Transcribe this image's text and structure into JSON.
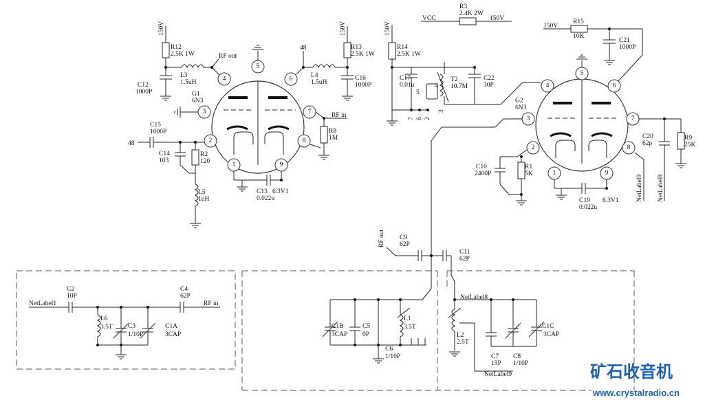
{
  "labels": {
    "vcc": "VCC",
    "r3": "R3",
    "r3v": "2.4K 2W",
    "v150_r3": "150V",
    "v150_r12": "150V",
    "r12": "R12",
    "r12v": "2.5K 1W",
    "rfout_top": "RF out",
    "l3": "L3",
    "l3v": "1.5uH",
    "c12": "C12",
    "c12v": "1000P",
    "g1": "G1",
    "g1v": "6N3",
    "v48_top": "48",
    "v150_r13": "150V",
    "r13": "R13",
    "r13v": "2.5K 1W",
    "l4": "L4",
    "l4v": "1.5uH",
    "c16": "C16",
    "c16v": "1000P",
    "rfin_top": "RF in",
    "r8": "R8",
    "r8v": "1M",
    "c15": "C15",
    "c15v": "1000P",
    "v48_left": "48",
    "c14": "C14",
    "c14v": "103",
    "r2": "R2",
    "r2v": "120",
    "l5": "L5",
    "l5v": "1uH",
    "c13": "C13",
    "c13v": "0.022u",
    "v63_1": "6.3V1",
    "v150_r14": "150V",
    "r14": "R14",
    "r14v": "2.5K 1W",
    "c17": "C17",
    "c17v": "0.01u",
    "t2": "T2",
    "t2v": "10.7M",
    "c22": "C22",
    "c22v": "30P",
    "tp4": "4",
    "tp5": "5",
    "tp3": "3",
    "tp7": "7",
    "tp6": "6",
    "tp2": "2",
    "v150_r15": "150V",
    "r15": "R15",
    "r15v": "10K",
    "c21": "C21",
    "c21v": "1000P",
    "g2": "G2",
    "g2v": "6N3",
    "c20": "C20",
    "c20v": "62p",
    "r9": "R9",
    "r9v": "25K",
    "netlabel9_v": "NetLabel9",
    "netlabel8_v": "NetLabel8",
    "c10": "C10",
    "c10v": "2400P",
    "r1": "R1",
    "r1v": "5K",
    "c19": "C19",
    "c19v": "0.022u",
    "v63_2": "6.3V1",
    "rfout_mid": "RF out",
    "c9": "C9",
    "c9v": "62P",
    "c11": "C11",
    "c11v": "62P",
    "netlabel1": "NetLabel1",
    "c2": "C2",
    "c2v": "10P",
    "c4": "C4",
    "c4v": "62P",
    "rfin_bot": "RF in",
    "l6": "L6",
    "l6v": "3.5T",
    "c3": "C3",
    "c3v": "1/10P",
    "c1a": "C1A",
    "c1av": "3CAP",
    "c1b": "C1B",
    "c1bv": "3CAP",
    "c5": "C5",
    "c5v": "0P",
    "l1": "L1",
    "l1v": "3.5T",
    "c6": "C6",
    "c6v": "1/10P",
    "netlabel8_h": "NetLabel8",
    "c1c": "C1C",
    "c1cv": "3CAP",
    "l2": "L2",
    "l2v": "2.5T",
    "c7": "C7",
    "c7v": "15P",
    "c8": "C8",
    "c8v": "1/10P",
    "netlabel9_h": "NetLabel9"
  },
  "tube1_pins": [
    "1",
    "2",
    "3",
    "4",
    "5",
    "6",
    "7",
    "8",
    "9"
  ],
  "tube2_pins": [
    "1",
    "2",
    "3",
    "4",
    "5",
    "6",
    "7",
    "8",
    "9"
  ],
  "watermark": {
    "title": "矿石收音机",
    "url": "www.crystalradio.cn",
    "color": "#1a62b8"
  }
}
